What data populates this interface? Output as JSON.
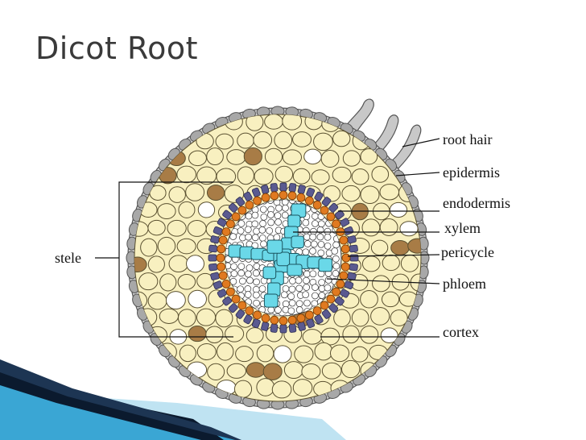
{
  "slide": {
    "title": "Dicot Root"
  },
  "diagram": {
    "labels": {
      "root_hair": "root hair",
      "epidermis": "epidermis",
      "endodermis": "endodermis",
      "xylem": "xylem",
      "pericycle": "pericycle",
      "phloem": "phloem",
      "cortex": "cortex",
      "stele": "stele"
    },
    "colors": {
      "cortex_cell": "#f8f0c0",
      "cortex_cell_line": "#5a5030",
      "epidermis_cell": "#a8a8a8",
      "endodermis_cell": "#5a5a90",
      "pericycle_cell": "#e07a20",
      "xylem_cell": "#6ad8e8",
      "phloem_cell": "#ffffff",
      "air_space": "#ffffff",
      "brown_cell": "#a87c46"
    }
  },
  "theme": {
    "accent_dark": "#0b1a2e",
    "accent_blue": "#3aa6d4",
    "accent_light": "#bfe3f2"
  }
}
